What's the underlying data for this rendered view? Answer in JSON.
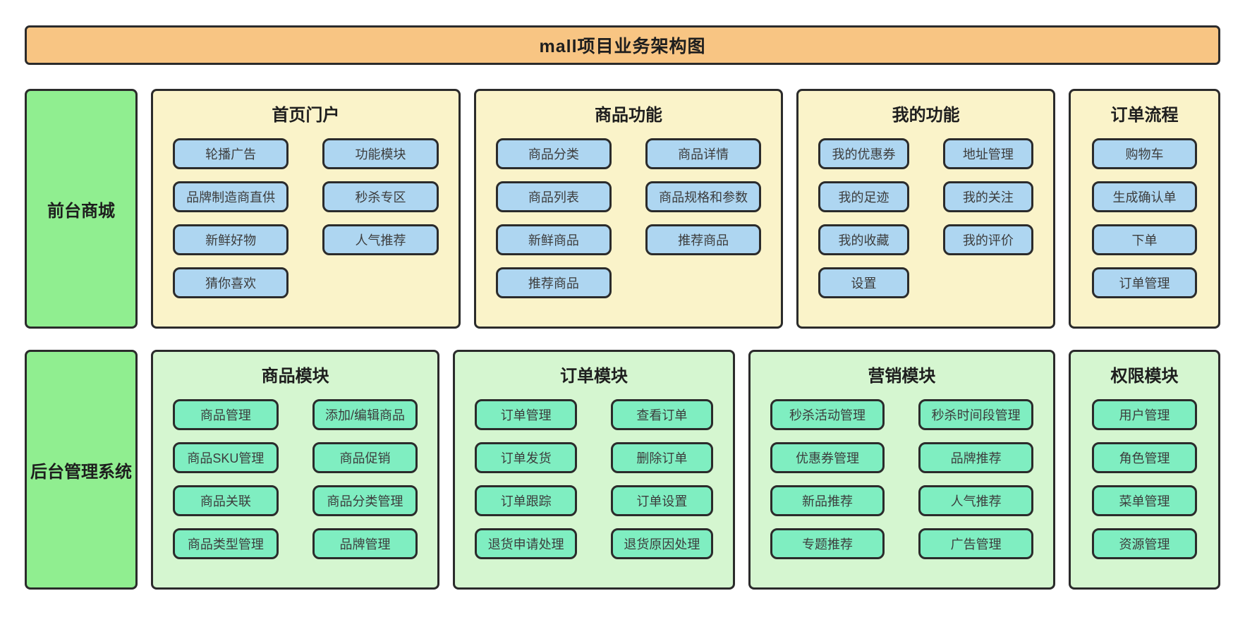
{
  "title": "mall项目业务架构图",
  "colors": {
    "header_bg": "#F8C583",
    "row_label_bg": "#90EE90",
    "front_panel_bg": "#FAF3C9",
    "front_node_bg": "#AED6F1",
    "back_panel_bg": "#D5F6D0",
    "back_node_bg": "#7FEEC1",
    "border": "#2B2B2B"
  },
  "rows": [
    {
      "id": "frontend-mall",
      "label": "前台商城",
      "theme": "front",
      "panels": [
        {
          "id": "home-portal",
          "title": "首页门户",
          "columns": 2,
          "buttons": [
            "轮播广告",
            "功能模块",
            "品牌制造商直供",
            "秒杀专区",
            "新鲜好物",
            "人气推荐",
            "猜你喜欢"
          ]
        },
        {
          "id": "product-features",
          "title": "商品功能",
          "columns": 2,
          "buttons": [
            "商品分类",
            "商品详情",
            "商品列表",
            "商品规格和参数",
            "新鲜商品",
            "推荐商品",
            "推荐商品"
          ]
        },
        {
          "id": "my-features",
          "title": "我的功能",
          "columns": 2,
          "buttons": [
            "我的优惠券",
            "地址管理",
            "我的足迹",
            "我的关注",
            "我的收藏",
            "我的评价",
            "设置"
          ]
        },
        {
          "id": "order-flow",
          "title": "订单流程",
          "columns": 1,
          "buttons": [
            "购物车",
            "生成确认单",
            "下单",
            "订单管理"
          ]
        }
      ]
    },
    {
      "id": "backend-admin",
      "label": "后台管理系统",
      "theme": "back",
      "panels": [
        {
          "id": "product-module",
          "title": "商品模块",
          "columns": 2,
          "buttons": [
            "商品管理",
            "添加/编辑商品",
            "商品SKU管理",
            "商品促销",
            "商品关联",
            "商品分类管理",
            "商品类型管理",
            "品牌管理"
          ]
        },
        {
          "id": "order-module",
          "title": "订单模块",
          "columns": 2,
          "buttons": [
            "订单管理",
            "查看订单",
            "订单发货",
            "删除订单",
            "订单跟踪",
            "订单设置",
            "退货申请处理",
            "退货原因处理"
          ]
        },
        {
          "id": "marketing-module",
          "title": "营销模块",
          "columns": 2,
          "buttons": [
            "秒杀活动管理",
            "秒杀时间段管理",
            "优惠券管理",
            "品牌推荐",
            "新品推荐",
            "人气推荐",
            "专题推荐",
            "广告管理"
          ]
        },
        {
          "id": "permission-module",
          "title": "权限模块",
          "columns": 1,
          "buttons": [
            "用户管理",
            "角色管理",
            "菜单管理",
            "资源管理"
          ]
        }
      ]
    }
  ]
}
